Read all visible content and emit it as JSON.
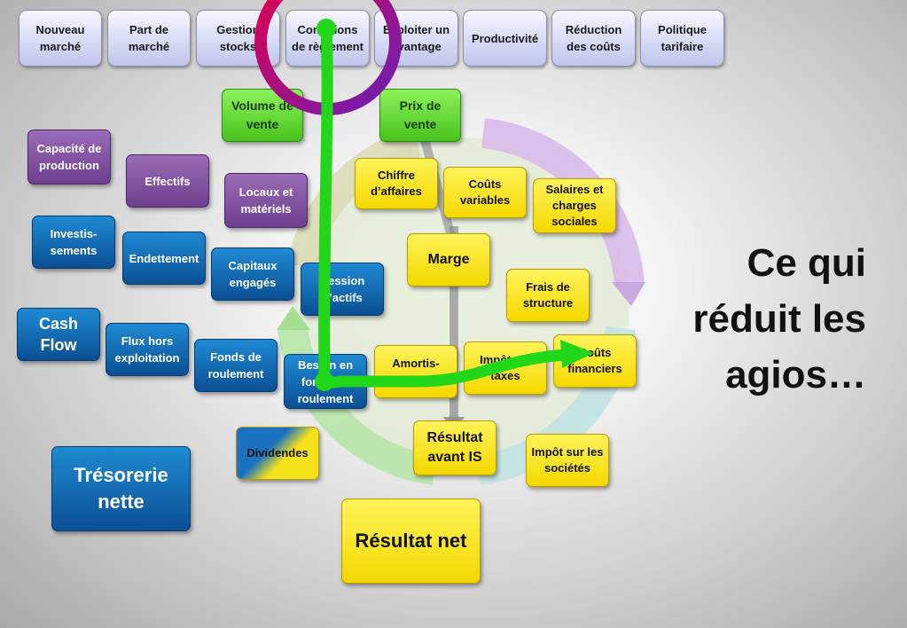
{
  "tabs": [
    {
      "id": "nouveau-marche",
      "label": "Nouveau\nmarché"
    },
    {
      "id": "part-de-marche",
      "label": "Part de\nmarché"
    },
    {
      "id": "gestion-stocks",
      "label": "Gestion\nstocks"
    },
    {
      "id": "conditions-reglement",
      "label": "Conditions\nde règlement"
    },
    {
      "id": "exploiter-avantage",
      "label": "Exploiter un\navantage"
    },
    {
      "id": "productivite",
      "label": "Productivité"
    },
    {
      "id": "reduction-couts",
      "label": "Réduction\ndes coûts"
    },
    {
      "id": "politique-tarifaire",
      "label": "Politique\ntarifaire"
    }
  ],
  "boxes": {
    "volume_vente": "Volume de\nvente",
    "prix_vente": "Prix de\nvente",
    "capacite_production": "Capacité de\nproduction",
    "effectifs": "Effectifs",
    "locaux_materiels": "Locaux et\nmatériels",
    "chiffre_affaires": "Chiffre\nd’affaires",
    "couts_variables": "Coûts\nvariables",
    "salaires_charges": "Salaires et\ncharges\nsociales",
    "investissements": "Investis-\nsements",
    "endettement": "Endettement",
    "capitaux_engages": "Capitaux\nengagés",
    "cession_actifs": "Cession\nd’actifs",
    "marge": "Marge",
    "frais_structure": "Frais de\nstructure",
    "cash_flow": "Cash\nFlow",
    "flux_hors_exploitation": "Flux  hors\nexploitation",
    "fonds_roulement": "Fonds de\nroulement",
    "besoin_fonds_roulement": "Besoin en\nfonds de\nroulement",
    "amortissements": "Amortis-\nsements",
    "impots_taxes": "Impôts et\ntaxes",
    "couts_financiers": "Coûts\nfinanciers",
    "resultat_avant_is": "Résultat\navant IS",
    "dividendes": "Dividendes",
    "impot_societes": "Impôt sur les\nsociétés",
    "tresorerie_nette": "Trésorerie\nnette",
    "resultat_net": "Résultat net"
  },
  "side_text": "Ce qui\nréduit les\nagios…",
  "colors": {
    "highlight_arrow": "#22d61a",
    "ring_start": "#e0004d",
    "ring_end": "#6b1fb5",
    "purple_box": "#7d4a9e",
    "blue_box": "#0f62ad",
    "yellow_box": "#f7e21a",
    "green_box": "#5bd22c"
  }
}
